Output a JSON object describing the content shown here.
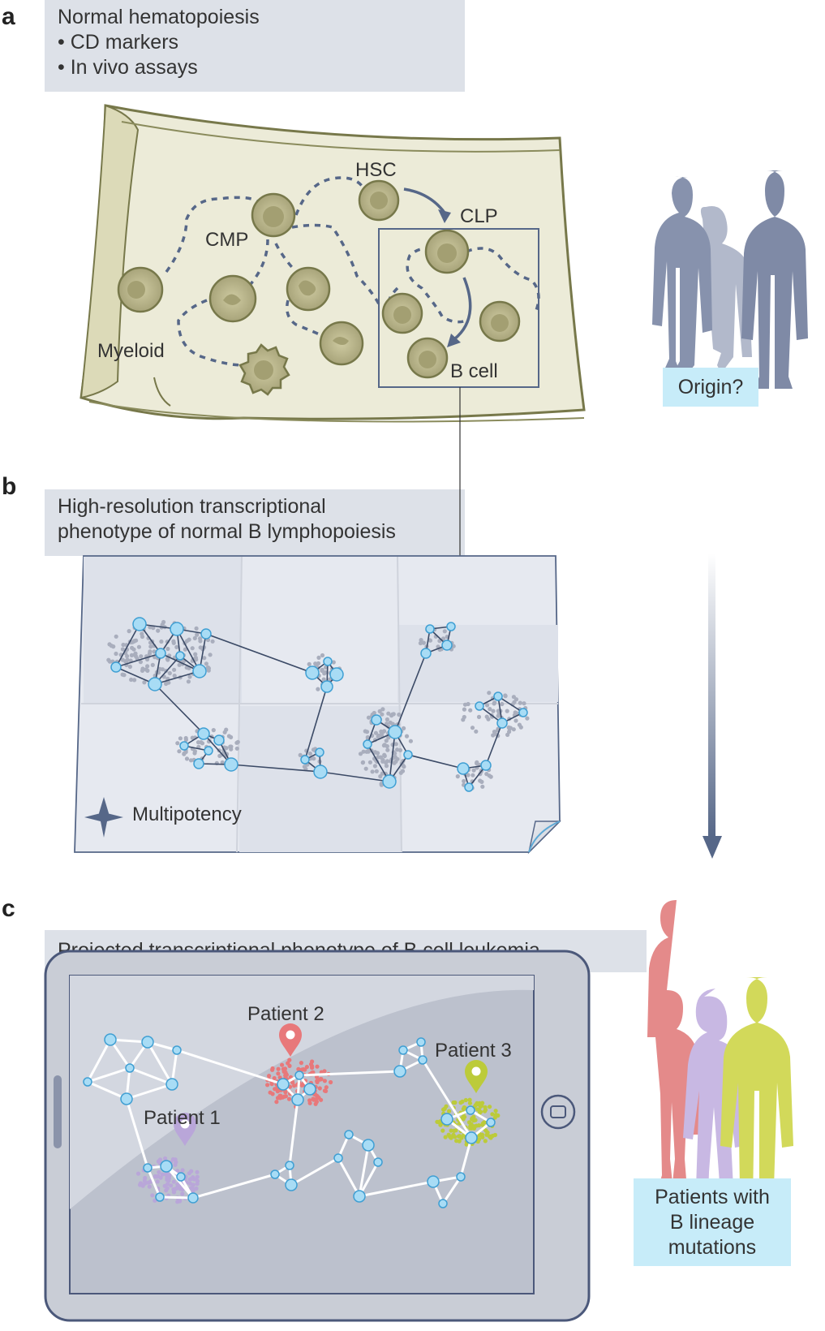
{
  "panels": {
    "a": {
      "letter": "a",
      "title_lines": [
        "Normal hematopoiesis",
        "• CD markers",
        "• In vivo assays"
      ],
      "labels": {
        "hsc": "HSC",
        "clp": "CLP",
        "cmp": "CMP",
        "myeloid": "Myeloid",
        "bcell": "B cell"
      },
      "origin_label": "Origin?"
    },
    "b": {
      "letter": "b",
      "title_lines": [
        "High-resolution transcriptional",
        "phenotype of normal B lymphopoiesis"
      ],
      "compass_label": "Multipotency"
    },
    "c": {
      "letter": "c",
      "title": "Projected transcriptional phenotype of B cell leukemia",
      "patients": [
        {
          "label": "Patient 1",
          "color": "#b9a6d9"
        },
        {
          "label": "Patient 2",
          "color": "#e8787a"
        },
        {
          "label": "Patient 3",
          "color": "#bccb3a"
        }
      ],
      "patients_box_lines": [
        "Patients with",
        "B lineage",
        "mutations"
      ]
    }
  },
  "colors": {
    "title_bg": "#dde1e8",
    "highlight_bg": "#c7ecf9",
    "node_fill": "#a8dcf5",
    "node_stroke": "#3f9fd3",
    "cell_fill": "#b8b48a",
    "parchment": "#ecebd8",
    "silhouette": "#8792ad",
    "arrow": "#566788"
  }
}
